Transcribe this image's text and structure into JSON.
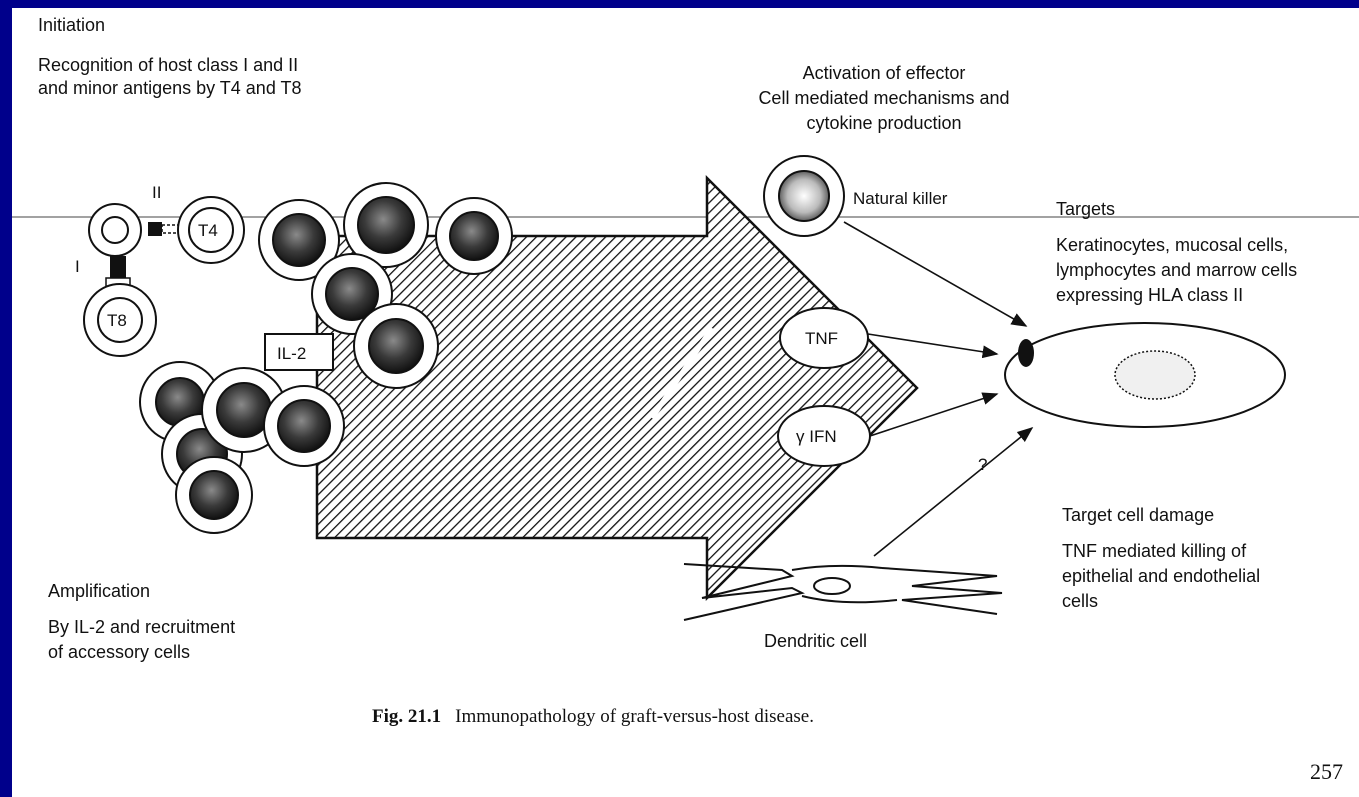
{
  "initiation": {
    "heading": "Initiation",
    "lines": [
      "Recognition of host class I and II",
      "and minor antigens by T4 and T8"
    ]
  },
  "activation": {
    "lines": [
      "Activation of effector",
      "Cell mediated mechanisms and",
      "cytokine production"
    ]
  },
  "targets": {
    "heading": "Targets",
    "lines": [
      "Keratinocytes, mucosal cells,",
      "lymphocytes and marrow cells",
      "expressing HLA class II"
    ]
  },
  "amplification": {
    "heading": "Amplification",
    "lines": [
      "By IL-2 and recruitment",
      "of accessory cells"
    ]
  },
  "damage": {
    "heading": "Target cell damage",
    "lines": [
      "TNF mediated killing of",
      "epithelial and endothelial",
      "cells"
    ]
  },
  "labels": {
    "class_ii": "II",
    "class_i": "I",
    "t4": "T4",
    "t8": "T8",
    "il2": "IL-2",
    "natural_killer": "Natural killer",
    "tnf": "TNF",
    "ifn": "γ IFN",
    "question": "?",
    "dendritic": "Dendritic cell"
  },
  "caption": {
    "fig": "Fig. 21.1",
    "text": "Immunopathology of graft-versus-host disease."
  },
  "page_number": "257",
  "colors": {
    "background": "#00008b",
    "page": "#ffffff",
    "ink": "#111111"
  }
}
